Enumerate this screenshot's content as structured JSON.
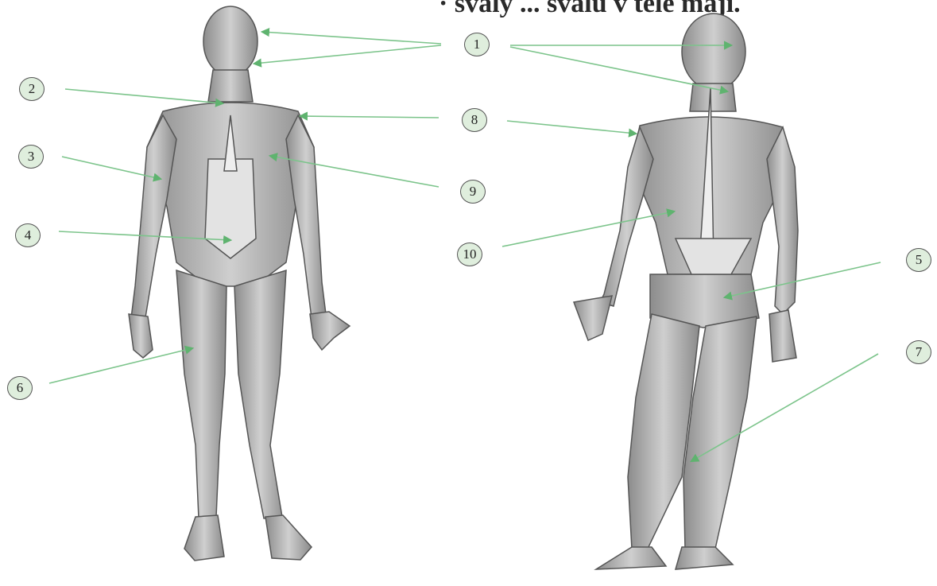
{
  "header": {
    "title_fragment": "· svaly ... svalů v těle mají."
  },
  "markers": [
    {
      "id": "m1",
      "label": "1"
    },
    {
      "id": "m2",
      "label": "2"
    },
    {
      "id": "m3",
      "label": "3"
    },
    {
      "id": "m4",
      "label": "4"
    },
    {
      "id": "m5",
      "label": "5"
    },
    {
      "id": "m6",
      "label": "6"
    },
    {
      "id": "m7",
      "label": "7"
    },
    {
      "id": "m8",
      "label": "8"
    },
    {
      "id": "m9",
      "label": "9"
    },
    {
      "id": "m10",
      "label": "10"
    }
  ],
  "colors": {
    "arrow": "#7cc48b",
    "marker_fill": "#dfeedd",
    "marker_border": "#555555",
    "muscle_fill": "#bdbdbd",
    "muscle_stroke": "#555555"
  },
  "figures": {
    "front": "anterior-muscle-figure",
    "back": "posterior-muscle-figure"
  }
}
